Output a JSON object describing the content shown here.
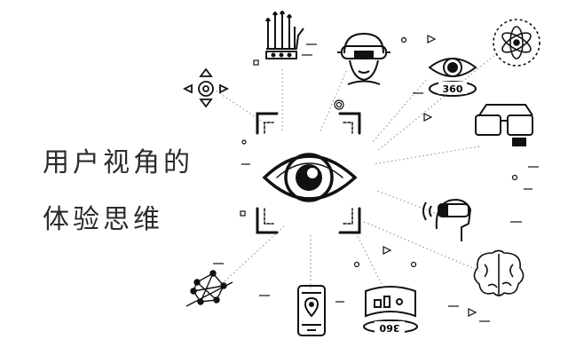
{
  "headline": {
    "line1": "用户视角的",
    "line2": "体验思维"
  },
  "badges": {
    "eye360": "360",
    "band360": "360"
  },
  "icons": [
    "vr-glove-icon",
    "vr-headset-icon",
    "eye-360-icon",
    "atom-icon",
    "smart-glasses-icon",
    "vr-sound-headset-icon",
    "brain-icon",
    "wearable-band-icon",
    "smartphone-map-icon",
    "network-icon",
    "direction-pad-icon",
    "central-eye-icon"
  ],
  "colors": {
    "ink": "#111111",
    "dots": "#9a9a9a",
    "text": "#2b2b2b"
  }
}
